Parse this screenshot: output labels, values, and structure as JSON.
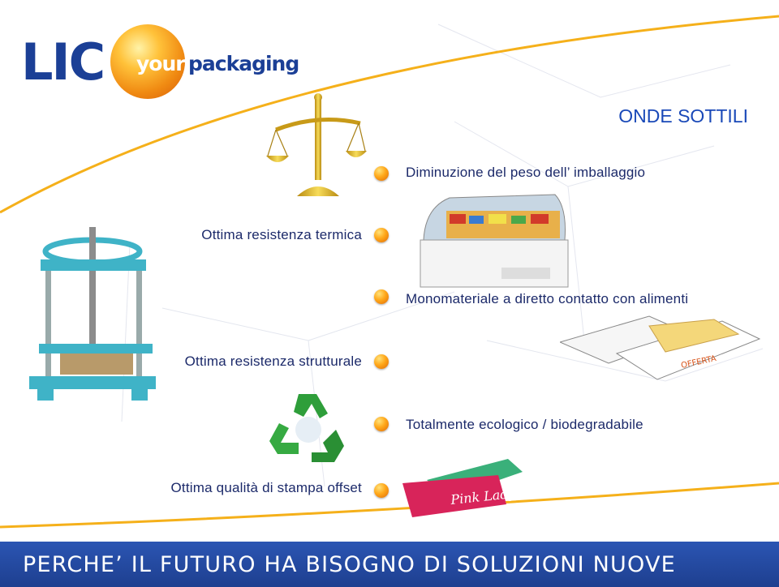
{
  "logo": {
    "mark": "LIC",
    "your": "your",
    "packaging": "packaging"
  },
  "title": "ONDE SOTTILI",
  "items": [
    "Diminuzione del peso dell’ imballaggio",
    "Ottima resistenza termica",
    "Monomateriale a diretto contatto con alimenti",
    "Ottima resistenza strutturale",
    "Totalmente ecologico / biodegradabile",
    "Ottima qualità di stampa offset"
  ],
  "images": {
    "tray_print": "OFFERTA",
    "tray2_print": "Pink Lady"
  },
  "footer": "PERCHE’ IL FUTURO HA BISOGNO DI SOLUZIONI NUOVE",
  "colors": {
    "brand_blue": "#1b3f96",
    "title_blue": "#1a49b8",
    "accent_orange": "#f28c13",
    "footer_blue": "#1e3f8f"
  }
}
